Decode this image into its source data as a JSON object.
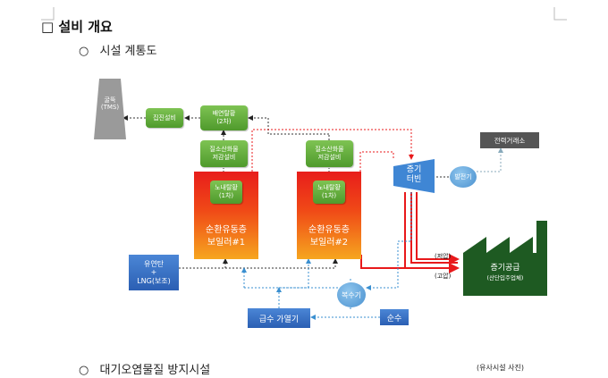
{
  "heading": {
    "box": "□",
    "text": "설비 개요"
  },
  "sections": {
    "system_diagram": {
      "bullet": "○",
      "label": "시설 계통도"
    },
    "pollution": {
      "bullet": "○",
      "label": "대기오염물질 방지시설"
    },
    "photo_note": "(유사시설 사진)"
  },
  "diagram": {
    "chimney": {
      "line1": "굴뚝",
      "line2": "(TMS)"
    },
    "dust_collector": "집진설비",
    "desulfurization2": {
      "line1": "배연탈황",
      "line2": "(2차)"
    },
    "nox_reducer_1": {
      "line1": "질소산화물",
      "line2": "저감설비"
    },
    "nox_reducer_2": {
      "line1": "질소산화물",
      "line2": "저감설비"
    },
    "desulf1_a": {
      "line1": "노내탈황",
      "line2": "(1차)"
    },
    "desulf1_b": {
      "line1": "노내탈황",
      "line2": "(1차)"
    },
    "boiler1": {
      "line1": "순환유동층",
      "line2": "보일러#1"
    },
    "boiler2": {
      "line1": "순환유동층",
      "line2": "보일러#2"
    },
    "turbine": {
      "line1": "증기",
      "line2": "터빈"
    },
    "generator": "발전기",
    "power_trade": "전력거래소",
    "fuel": {
      "line1": "유연탄",
      "line2": "+",
      "line3": "LNG(보조)"
    },
    "feedwater_heater": "급수 가열기",
    "pure_water": "순수",
    "condenser": "복수기",
    "low_pressure": "(저압)",
    "high_pressure": "(고압)",
    "steam_supply": {
      "line1": "증기공급",
      "line2": "(산단입주업체)"
    }
  },
  "colors": {
    "green": "#5aa833",
    "boiler_top": "#e81d1b",
    "boiler_bottom": "#f6a61f",
    "steam_line": "#e8191b",
    "water_line": "#3a8fd0",
    "turbine": "#3f86d4",
    "power_box": "#555555",
    "factory": "#1e5a22"
  }
}
